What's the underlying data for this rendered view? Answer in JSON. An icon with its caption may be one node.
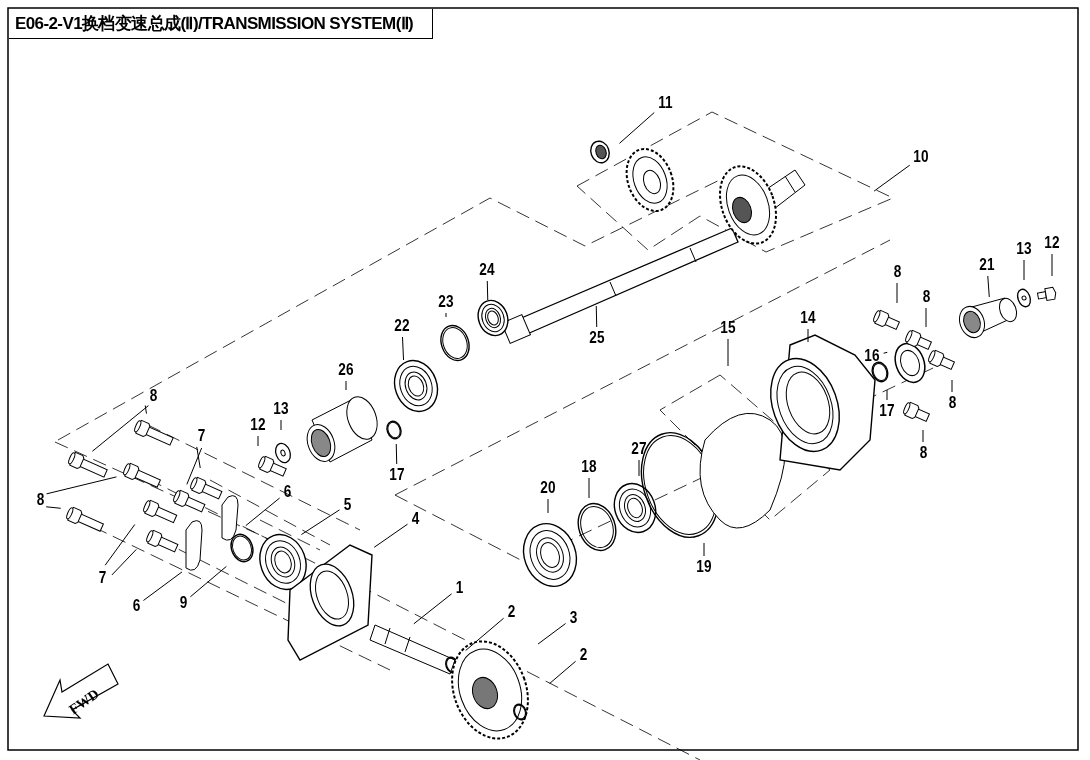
{
  "diagram": {
    "title": "E06-2-V1换档变速总成(Ⅱ)/TRANSMISSION SYSTEM(Ⅱ)",
    "nodes": [
      {
        "text": [
          "11"
        ]
      },
      {
        "text": [
          "10"
        ]
      },
      {
        "text": [
          "12"
        ]
      },
      {
        "text": [
          "13"
        ]
      },
      {
        "text": [
          "21"
        ]
      },
      {
        "text": [
          "8"
        ]
      },
      {
        "text": [
          "8"
        ]
      },
      {
        "text": [
          "14"
        ]
      },
      {
        "text": [
          "15"
        ]
      },
      {
        "text": [
          "16"
        ]
      },
      {
        "text": [
          "17"
        ]
      },
      {
        "text": [
          "8"
        ]
      },
      {
        "text": [
          "8"
        ]
      },
      {
        "text": [
          "24"
        ]
      },
      {
        "text": [
          "23"
        ]
      },
      {
        "text": [
          "22"
        ]
      },
      {
        "text": [
          "25"
        ]
      },
      {
        "text": [
          "26"
        ]
      },
      {
        "text": [
          "13"
        ]
      },
      {
        "text": [
          "12"
        ]
      },
      {
        "text": [
          "17"
        ]
      },
      {
        "text": [
          "8"
        ]
      },
      {
        "text": [
          "8"
        ]
      },
      {
        "text": [
          "7"
        ]
      },
      {
        "text": [
          "7"
        ]
      },
      {
        "text": [
          "6"
        ]
      },
      {
        "text": [
          "6"
        ]
      },
      {
        "text": [
          "5"
        ]
      },
      {
        "text": [
          "9"
        ]
      },
      {
        "text": [
          "4"
        ]
      },
      {
        "text": [
          "1"
        ]
      },
      {
        "text": [
          "2"
        ]
      },
      {
        "text": [
          "3"
        ]
      },
      {
        "text": [
          "2"
        ]
      },
      {
        "text": [
          "20"
        ]
      },
      {
        "text": [
          "18"
        ]
      },
      {
        "text": [
          "27"
        ]
      },
      {
        "text": [
          "19"
        ]
      }
    ],
    "edges": [
      {
        "from": 0,
        "to": null,
        "arrow": "none"
      },
      {
        "from": 1,
        "to": null,
        "arrow": "none"
      },
      {
        "from": 2,
        "to": null,
        "arrow": "none"
      },
      {
        "from": 3,
        "to": null,
        "arrow": "none"
      },
      {
        "from": 4,
        "to": null,
        "arrow": "none"
      },
      {
        "from": 5,
        "to": null,
        "arrow": "none"
      },
      {
        "from": 6,
        "to": null,
        "arrow": "none"
      },
      {
        "from": 7,
        "to": null,
        "arrow": "none"
      },
      {
        "from": 8,
        "to": null,
        "arrow": "none"
      },
      {
        "from": 9,
        "to": null,
        "arrow": "none"
      },
      {
        "from": 10,
        "to": null,
        "arrow": "none"
      },
      {
        "from": 11,
        "to": null,
        "arrow": "none"
      },
      {
        "from": 12,
        "to": null,
        "arrow": "none"
      },
      {
        "from": 13,
        "to": null,
        "arrow": "none"
      },
      {
        "from": 14,
        "to": null,
        "arrow": "none"
      },
      {
        "from": 15,
        "to": null,
        "arrow": "none"
      },
      {
        "from": 16,
        "to": null,
        "arrow": "none"
      },
      {
        "from": 17,
        "to": null,
        "arrow": "none"
      },
      {
        "from": 18,
        "to": null,
        "arrow": "none"
      },
      {
        "from": 19,
        "to": null,
        "arrow": "none"
      },
      {
        "from": 20,
        "to": null,
        "arrow": "none"
      },
      {
        "from": 21,
        "to": null,
        "arrow": "none"
      },
      {
        "from": 21,
        "to": null,
        "arrow": "none"
      },
      {
        "from": 22,
        "to": null,
        "arrow": "none"
      },
      {
        "from": 22,
        "to": null,
        "arrow": "none"
      },
      {
        "from": 23,
        "to": null,
        "arrow": "none"
      },
      {
        "from": 23,
        "to": null,
        "arrow": "none"
      },
      {
        "from": 24,
        "to": null,
        "arrow": "none"
      },
      {
        "from": 24,
        "to": null,
        "arrow": "none"
      },
      {
        "from": 25,
        "to": null,
        "arrow": "none"
      },
      {
        "from": 26,
        "to": null,
        "arrow": "none"
      },
      {
        "from": 27,
        "to": null,
        "arrow": "none"
      },
      {
        "from": 28,
        "to": null,
        "arrow": "none"
      },
      {
        "from": 29,
        "to": null,
        "arrow": "none"
      },
      {
        "from": 30,
        "to": null,
        "arrow": "none"
      },
      {
        "from": 31,
        "to": null,
        "arrow": "none"
      },
      {
        "from": 32,
        "to": null,
        "arrow": "none"
      },
      {
        "from": 33,
        "to": null,
        "arrow": "none"
      },
      {
        "from": 34,
        "to": null,
        "arrow": "none"
      },
      {
        "from": 35,
        "to": null,
        "arrow": "none"
      },
      {
        "from": 36,
        "to": null,
        "arrow": "none"
      },
      {
        "from": 37,
        "to": null,
        "arrow": "none"
      }
    ],
    "labels": [
      "FWD"
    ]
  }
}
